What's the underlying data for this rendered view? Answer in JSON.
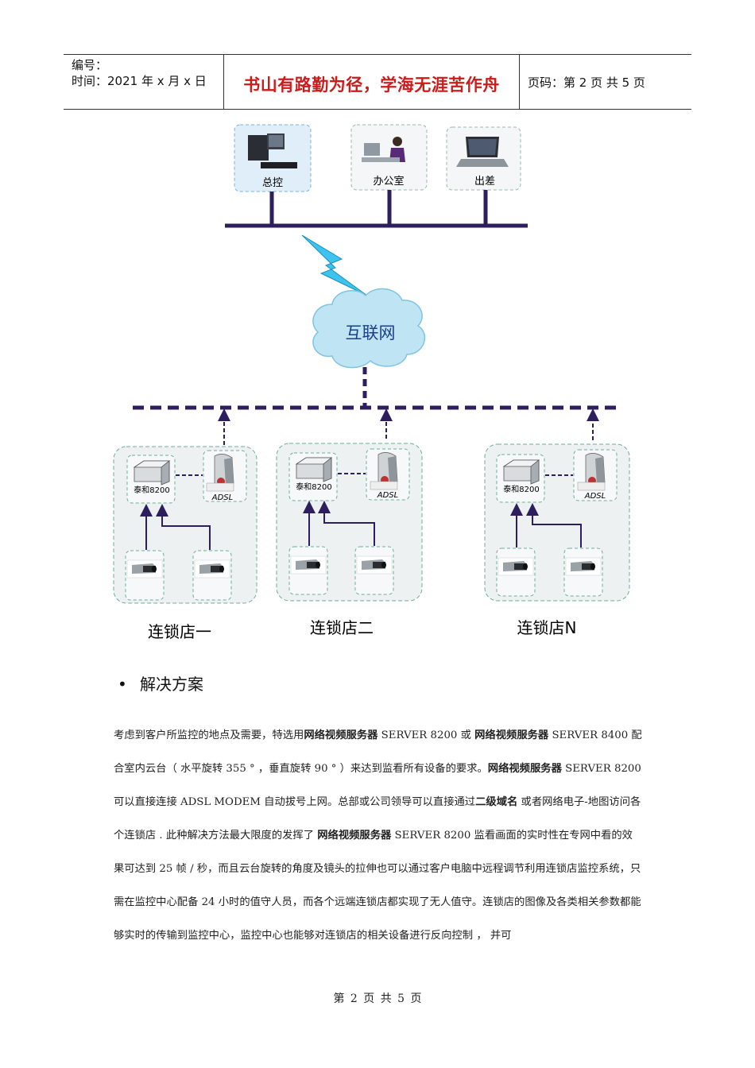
{
  "header": {
    "number_label": "编号：",
    "time_label": "时间：2021 年 x 月 x 日",
    "motto": "书山有路勤为径，学海无涯苦作舟",
    "page_label": "页码：第 2 页  共 5 页"
  },
  "diagram": {
    "top_nodes": [
      "总控",
      "办公室",
      "出差"
    ],
    "internet": "互联网",
    "device_label": "泰和8200",
    "adsl_label": "ADSL",
    "stores": [
      "连锁店一",
      "连锁店二",
      "连锁店N"
    ],
    "colors": {
      "line": "#2d1f5e",
      "box_border": "#6fae96",
      "box_fill": "#eef1f2",
      "cloud": "#bfe4f3"
    }
  },
  "section": {
    "bullet": "•",
    "title": "解决方案"
  },
  "paragraph": [
    {
      "t": "考虑到客户所监控的地点及需要，特选用",
      "b": false
    },
    {
      "t": "网络视频服务器",
      "b": true
    },
    {
      "t": " SERVER 8200 或 ",
      "b": false
    },
    {
      "t": "网络视频服务器",
      "b": true
    },
    {
      "t": " SERVER 8400 配合室内云台（ 水平旋转 355 ° ，垂直旋转 90 ° ）来达到监看所有设备的要求。",
      "b": false
    },
    {
      "t": "网络视频服务器",
      "b": true
    },
    {
      "t": " SERVER 8200 可以直接连接 ADSL MODEM 自动拔号上网。总部或公司领导可以直接通过",
      "b": false
    },
    {
      "t": "二级域名",
      "b": true
    },
    {
      "t": " 或者网络电子-地图访问各个连锁店 . 此种解决方法最大限度的发挥了 ",
      "b": false
    },
    {
      "t": "网络视频服务器",
      "b": true
    },
    {
      "t": " SERVER 8200 监看画面的实时性在专网中看的效果可达到 25 帧 / 秒，而且云台旋转的角度及镜头的拉伸也可以通过客户电脑中远程调节利用连锁店监控系统，只需在监控中心配备 24 小时的值守人员，而各个远端连锁店都实现了无人值守。连锁店的图像及各类相关参数都能够实时的传输到监控中心，监控中心也能够对连锁店的相关设备进行反向控制 ， 并可",
      "b": false
    }
  ],
  "footer": "第 2 页 共 5 页"
}
